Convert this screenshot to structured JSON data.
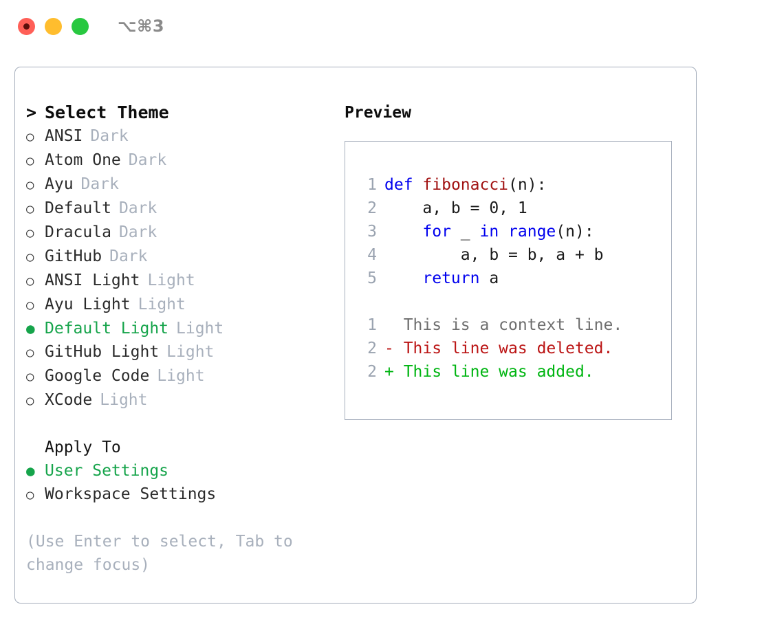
{
  "window": {
    "traffic_lights": [
      {
        "name": "close-button",
        "color": "#ff5f57"
      },
      {
        "name": "minimize-button",
        "color": "#ffbd2e"
      },
      {
        "name": "maximize-button",
        "color": "#28c840"
      }
    ],
    "shortcut": "⌥⌘3"
  },
  "theme_menu": {
    "caret": ">",
    "header": "Select Theme",
    "marker_selected": "●",
    "marker_unselected": "○",
    "items": [
      {
        "label": "ANSI",
        "variant": "Dark",
        "selected": false
      },
      {
        "label": "Atom One",
        "variant": "Dark",
        "selected": false
      },
      {
        "label": "Ayu",
        "variant": "Dark",
        "selected": false
      },
      {
        "label": "Default",
        "variant": "Dark",
        "selected": false
      },
      {
        "label": "Dracula",
        "variant": "Dark",
        "selected": false
      },
      {
        "label": "GitHub",
        "variant": "Dark",
        "selected": false
      },
      {
        "label": "ANSI Light",
        "variant": "Light",
        "selected": false
      },
      {
        "label": "Ayu Light",
        "variant": "Light",
        "selected": false
      },
      {
        "label": "Default Light",
        "variant": "Light",
        "selected": true
      },
      {
        "label": "GitHub Light",
        "variant": "Light",
        "selected": false
      },
      {
        "label": "Google Code",
        "variant": "Light",
        "selected": false
      },
      {
        "label": "XCode",
        "variant": "Light",
        "selected": false
      }
    ]
  },
  "apply_to": {
    "header": "Apply To",
    "items": [
      {
        "label": "User Settings",
        "selected": true
      },
      {
        "label": "Workspace Settings",
        "selected": false
      }
    ]
  },
  "hint": "(Use Enter to select, Tab to change focus)",
  "preview": {
    "title": "Preview",
    "code_lines": [
      {
        "num": "1",
        "tokens": [
          {
            "t": "def",
            "c": "kw"
          },
          {
            "t": " ",
            "c": "plain"
          },
          {
            "t": "fibonacci",
            "c": "fn"
          },
          {
            "t": "(n):",
            "c": "plain"
          }
        ]
      },
      {
        "num": "2",
        "tokens": [
          {
            "t": "    a, b = 0, 1",
            "c": "plain"
          }
        ]
      },
      {
        "num": "3",
        "tokens": [
          {
            "t": "    ",
            "c": "plain"
          },
          {
            "t": "for",
            "c": "kw"
          },
          {
            "t": " _ ",
            "c": "plain"
          },
          {
            "t": "in",
            "c": "kw"
          },
          {
            "t": " ",
            "c": "plain"
          },
          {
            "t": "range",
            "c": "kw"
          },
          {
            "t": "(n):",
            "c": "plain"
          }
        ]
      },
      {
        "num": "4",
        "tokens": [
          {
            "t": "        a, b = b, a + b",
            "c": "plain"
          }
        ]
      },
      {
        "num": "5",
        "tokens": [
          {
            "t": "    ",
            "c": "plain"
          },
          {
            "t": "return",
            "c": "kw"
          },
          {
            "t": " a",
            "c": "plain"
          }
        ]
      }
    ],
    "diff_lines": [
      {
        "num": "1",
        "marker": " ",
        "text": " This is a context line.",
        "kind": "context"
      },
      {
        "num": "2",
        "marker": "-",
        "text": " This line was deleted.",
        "kind": "del"
      },
      {
        "num": "2",
        "marker": "+",
        "text": " This line was added.",
        "kind": "add"
      }
    ]
  },
  "colors": {
    "selected_green": "#16a44b",
    "diff_add": "#00b512",
    "diff_del": "#bb1414",
    "keyword_blue": "#0000ee",
    "function_red": "#a11212",
    "muted_gray": "#a8b0bc",
    "border": "#a4adbb"
  }
}
